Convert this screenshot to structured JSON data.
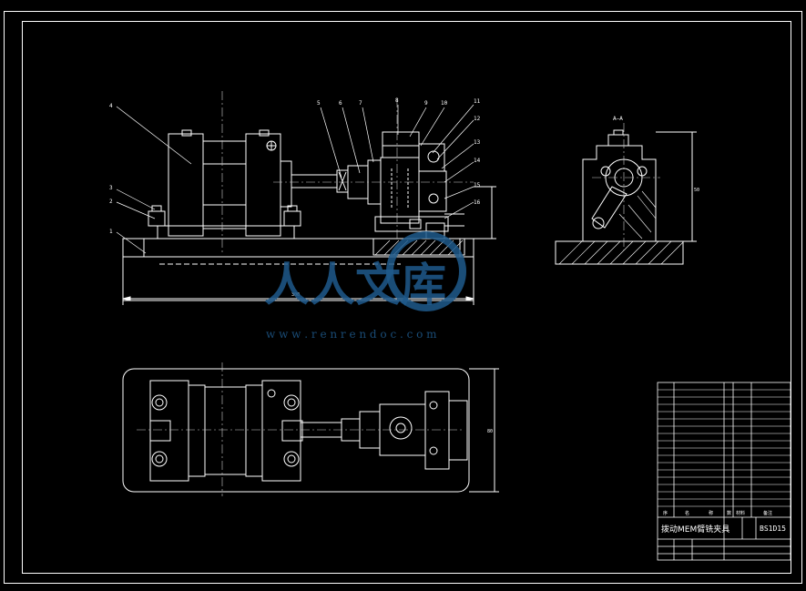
{
  "palette": {
    "background": "#000000",
    "line": "#ffffff",
    "watermark": "#1f5a8c",
    "center_line": "#cccccc"
  },
  "main_view": {
    "callouts": [
      "4",
      "3",
      "2",
      "1",
      "5",
      "6",
      "7",
      "8",
      "9",
      "10",
      "11",
      "12",
      "13",
      "14",
      "15",
      "16"
    ],
    "length_dim": "300"
  },
  "section_view": {
    "label": "A—A",
    "height_dim": "50"
  },
  "plan_view": {
    "width_dim": "80"
  },
  "watermark": {
    "icon": "renrendoc-logo-icon",
    "brand": "人人文库",
    "url": "w w w . r e n r e n d o c . c o m"
  },
  "title_block": {
    "drawing_title": "拨动MEM臂铣夹具",
    "drawing_number": "BS1D15",
    "header_cols": [
      "序",
      "名",
      "称",
      "数",
      "材料",
      "备注"
    ]
  }
}
